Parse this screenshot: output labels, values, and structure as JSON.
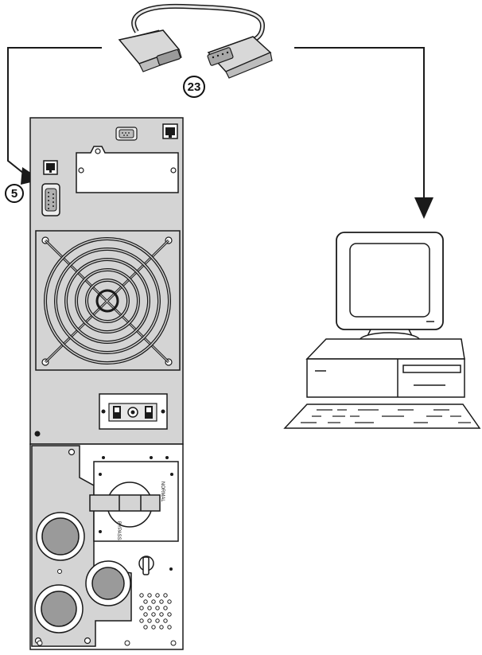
{
  "callouts": {
    "cable_callout": "23",
    "port_callout": "5"
  },
  "switch_labels": {
    "normal": "NORMAL",
    "bypass": "BYPASS"
  },
  "colors": {
    "panel_gray": "#d4d4d4",
    "panel_dark": "#b8b8b8",
    "gland_gray": "#9a9a9a",
    "line": "#1a1a1a",
    "background": "#ffffff"
  }
}
